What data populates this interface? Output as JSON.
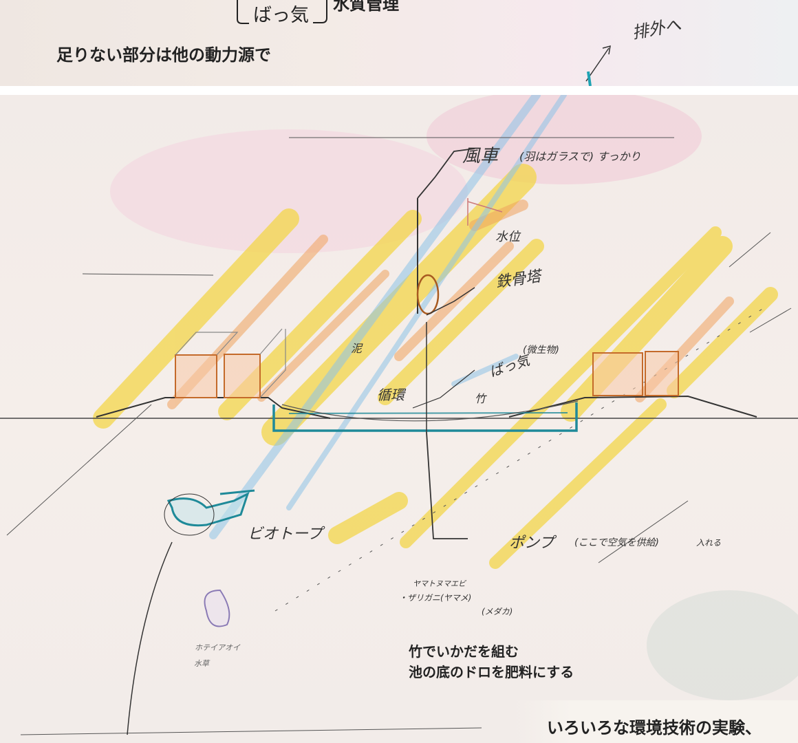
{
  "top_panel": {
    "bracket_label": "ばっ気",
    "bracket_suffix": "水質管理",
    "caption": "足りない部分は他の動力源で",
    "hand_note_exhaust": "排外へ"
  },
  "main_panel": {
    "hand_labels": {
      "windmill": "風車",
      "windmill_note": "(羽はガラスで) すっかり",
      "pump_tower": "鉄骨塔",
      "water_level": "水位",
      "aeration": "ばっ気",
      "aeration_note": "(微生物)",
      "mud": "泥",
      "bamboo": "竹",
      "cycle": "循環",
      "pump": "ポンプ",
      "pump_note": "(ここで空気を供給)",
      "pump_note2": "入れる",
      "bottom_note1": "ヤマトヌマエビ",
      "bottom_note2": "・ザリガニ(ヤマメ)",
      "bottom_note3": "(メダカ)",
      "left_note1": "ホテイアオイ",
      "left_note2": "水草",
      "left_note3": "ビオトープ"
    },
    "caption_line1": "竹でいかだを組む",
    "caption_line2": "池の底のドロを肥料にする",
    "footer_text": "いろいろな環境技術の実験、"
  },
  "colors": {
    "yellow_stroke": "#f3d64a",
    "orange_stroke": "#f0a35e",
    "blue_stroke": "#8ec4e8",
    "teal_ink": "#1f8a99",
    "pencil": "#333333"
  }
}
